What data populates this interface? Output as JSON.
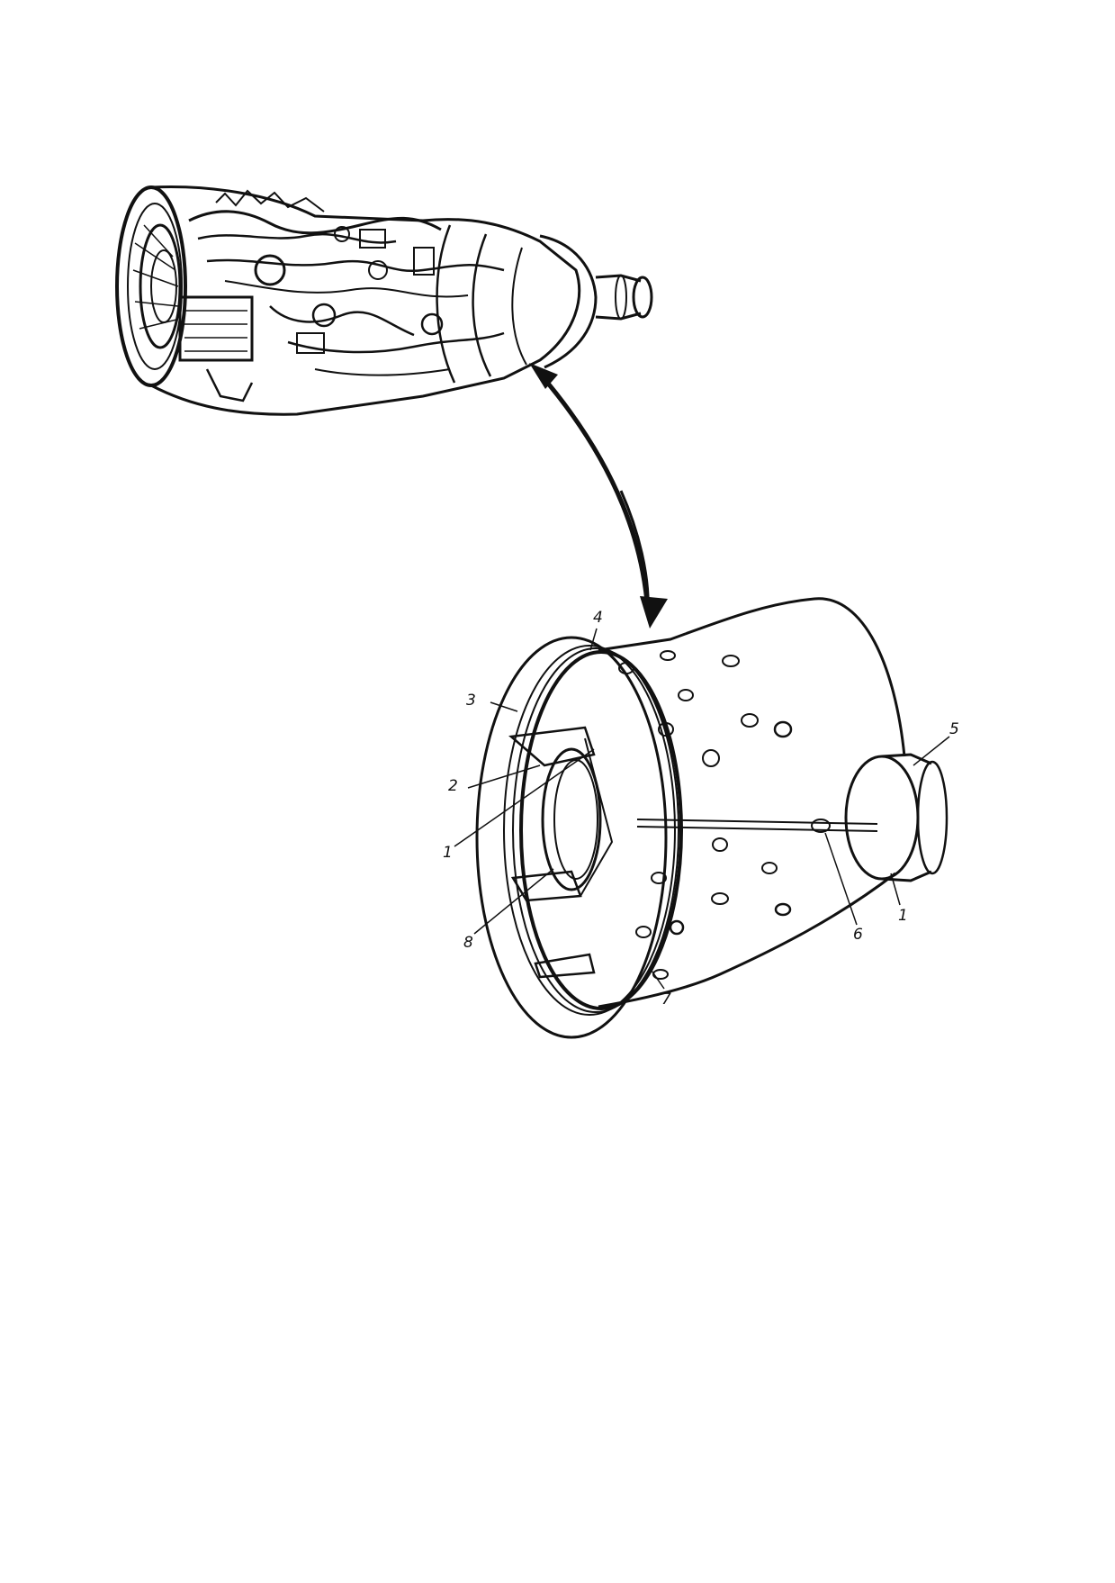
{
  "figure": {
    "background": "#ffffff",
    "ink": "#111111",
    "callouts": [
      {
        "id": "c4",
        "label": "4"
      },
      {
        "id": "c3",
        "label": "3"
      },
      {
        "id": "c2",
        "label": "2"
      },
      {
        "id": "c1a",
        "label": "1"
      },
      {
        "id": "c8",
        "label": "8"
      },
      {
        "id": "c7",
        "label": "7"
      },
      {
        "id": "c6",
        "label": "6"
      },
      {
        "id": "c1b",
        "label": "1"
      },
      {
        "id": "c5",
        "label": "5"
      }
    ]
  }
}
